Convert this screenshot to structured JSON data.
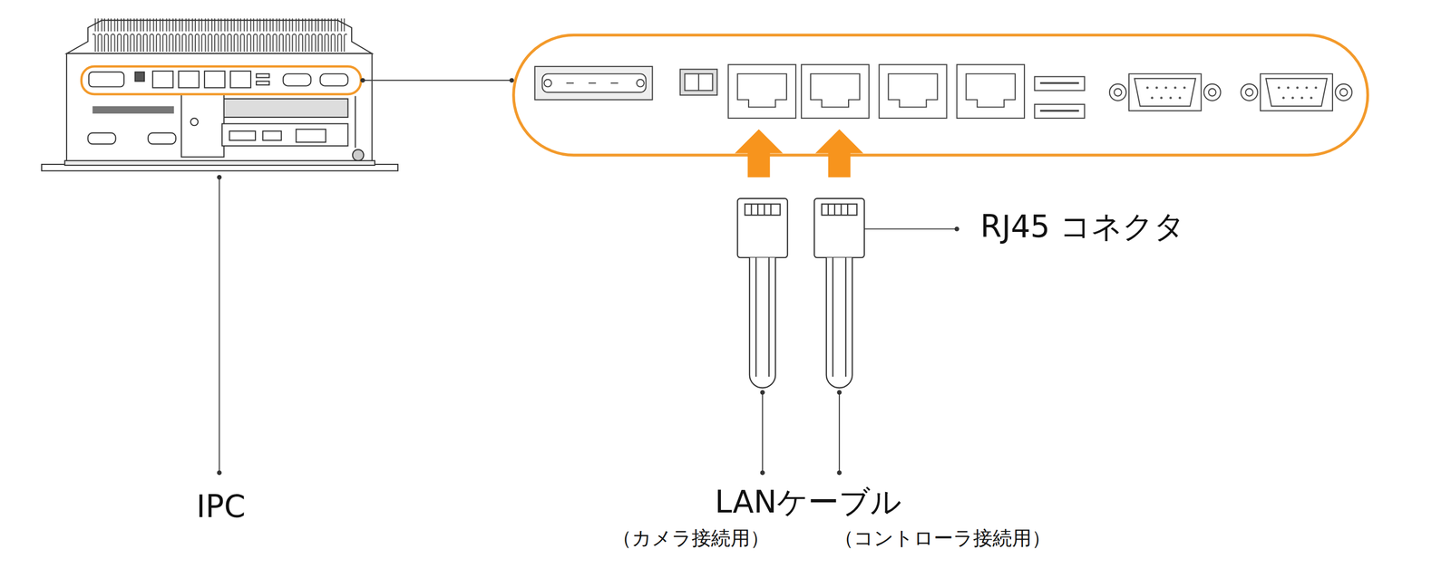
{
  "diagram": {
    "labels": [
      "RJ45 コネクタ",
      "IPC",
      "LANケーブル",
      "（カメラ接続用）",
      "（コントローラ接続用）"
    ]
  }
}
